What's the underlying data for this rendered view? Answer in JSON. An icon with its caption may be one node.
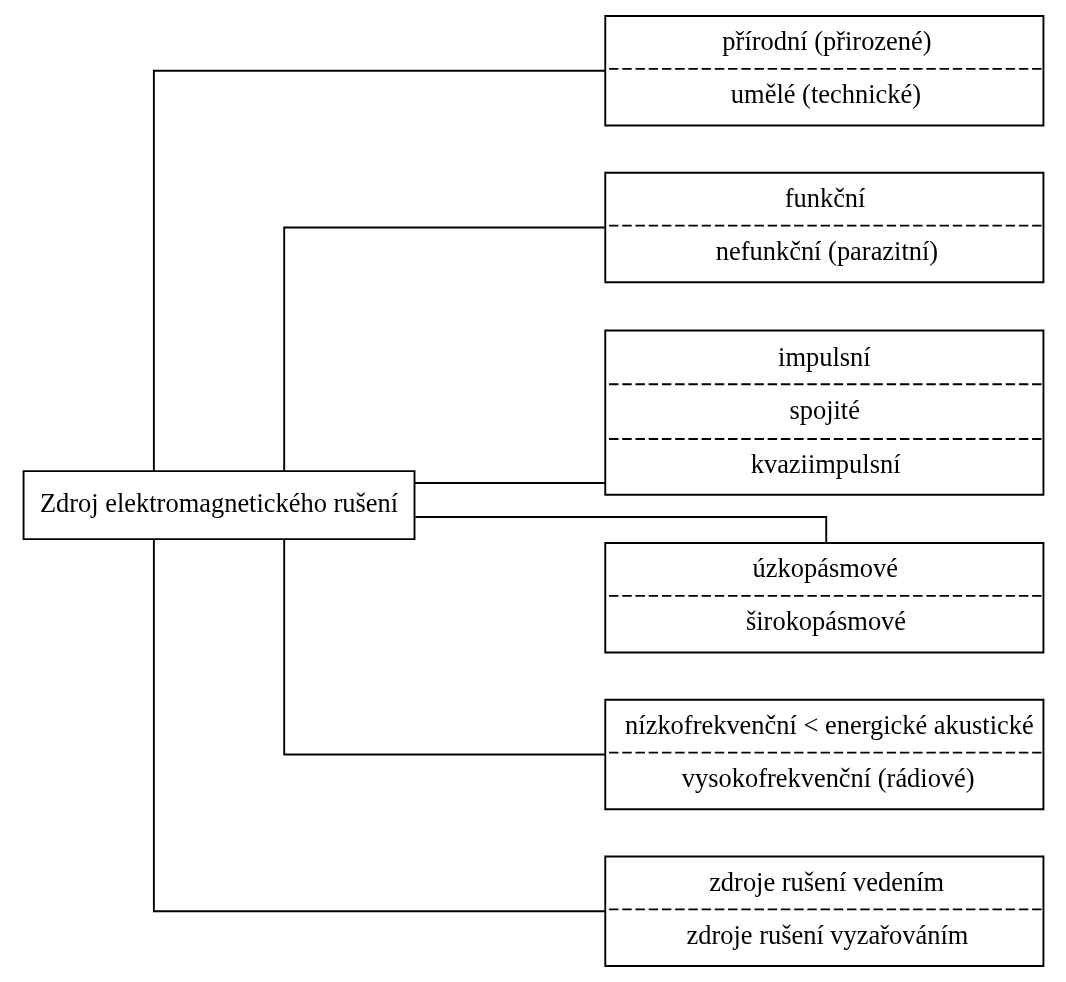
{
  "diagram": {
    "nodes": [
      {
        "text": [
          "Zdroj elektromagnetického rušení"
        ]
      },
      {
        "text": [
          "přírodní (přirozené)",
          "umělé (technické)"
        ]
      },
      {
        "text": [
          "funkční",
          "nefunkční (parazitní)"
        ]
      },
      {
        "text": [
          "impulsní",
          "spojité",
          "kvaziimpulsní"
        ]
      },
      {
        "text": [
          "úzkopásmové",
          "širokopásmové"
        ]
      },
      {
        "text": [
          "nízkofrekvenční < energické akustické",
          "vysokofrekvenční (rádiové)"
        ]
      },
      {
        "text": [
          "zdroje rušení vedením",
          "zdroje rušení vyzařováním"
        ]
      }
    ],
    "edges": [
      {
        "from": 0,
        "to": 1,
        "arrow": "none"
      },
      {
        "from": 0,
        "to": 2,
        "arrow": "none"
      },
      {
        "from": 0,
        "to": 3,
        "arrow": "none"
      },
      {
        "from": 0,
        "to": 4,
        "arrow": "none"
      },
      {
        "from": 0,
        "to": 5,
        "arrow": "none"
      },
      {
        "from": 0,
        "to": 6,
        "arrow": "none"
      }
    ]
  }
}
